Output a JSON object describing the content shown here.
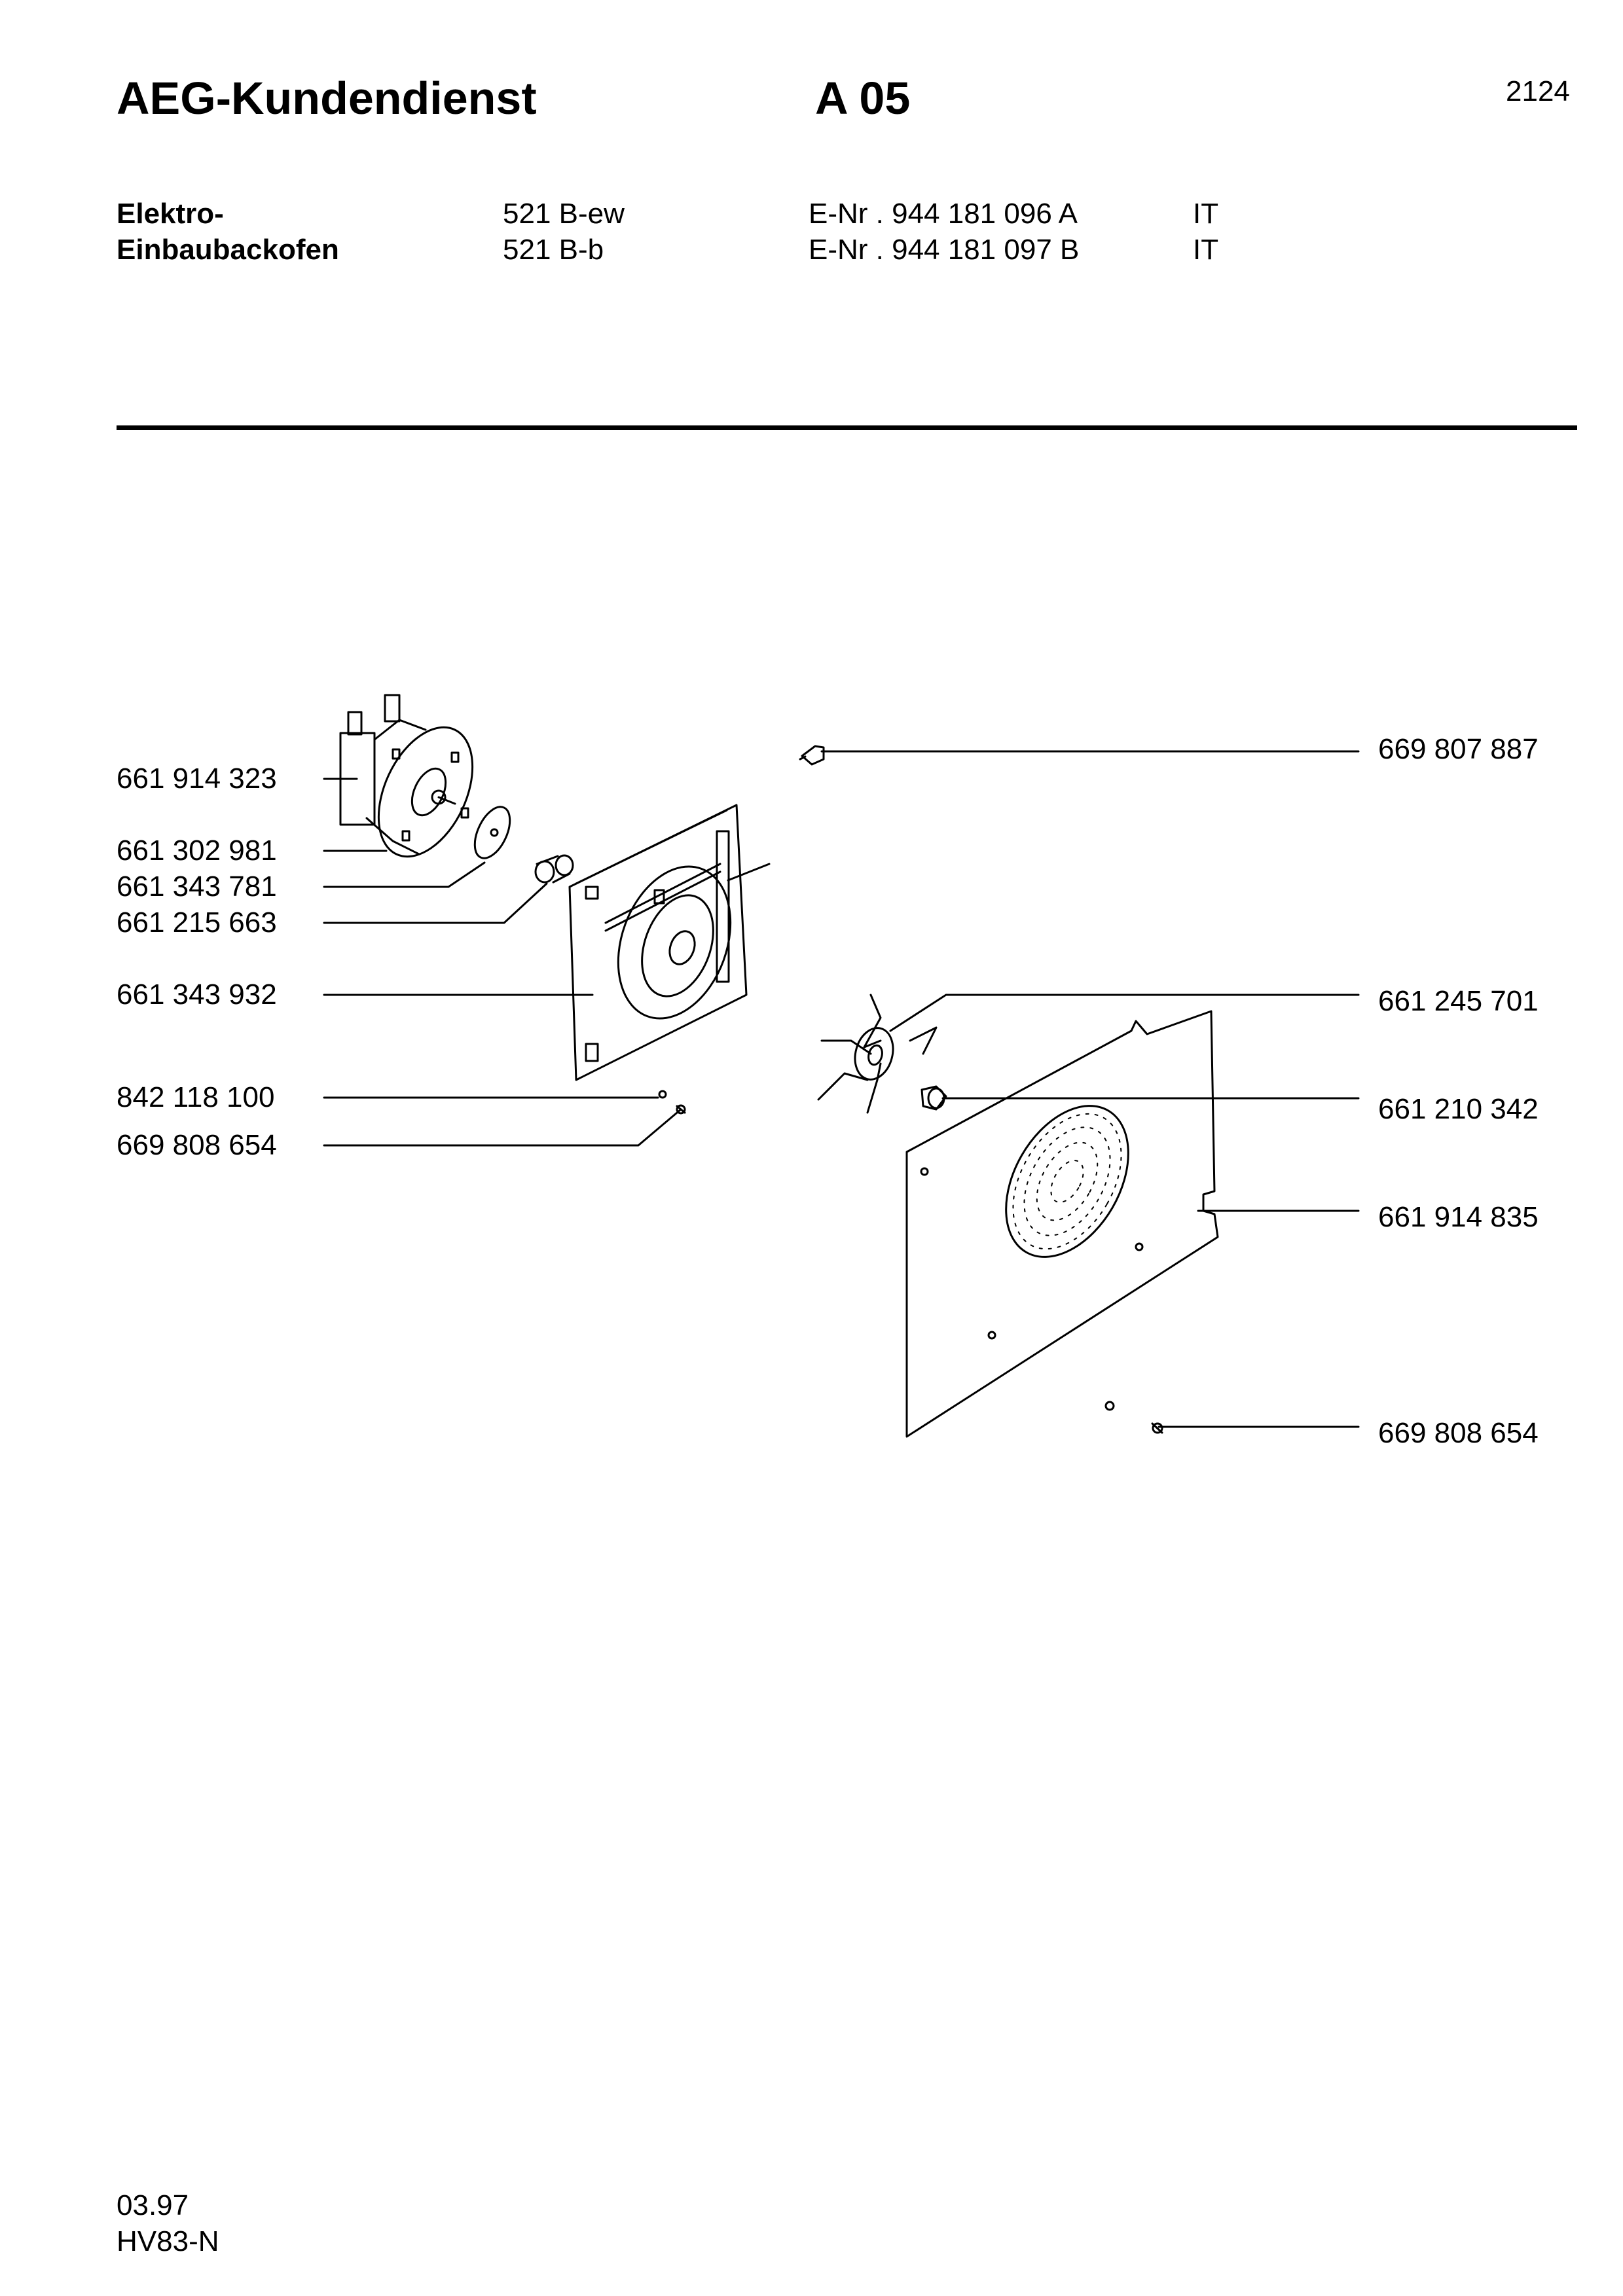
{
  "header": {
    "brand": "AEG-Kundendienst",
    "code": "A 05",
    "page_number": "2124"
  },
  "product": {
    "category_line1": "Elektro-",
    "category_line2": "Einbaubackofen",
    "models": [
      {
        "model": "521 B-ew",
        "enr": "E-Nr . 944 181 096 A",
        "country": "IT"
      },
      {
        "model": "521 B-b",
        "enr": "E-Nr . 944 181 097 B",
        "country": "IT"
      }
    ]
  },
  "parts_left": [
    "661 914 323",
    "661 302 981",
    "661 343 781",
    "661 215 663",
    "661 343 932",
    "842 118 100",
    "669 808 654"
  ],
  "parts_right": [
    "669 807 887",
    "661 245 701",
    "661 210 342",
    "661 914 835",
    "669 808 654"
  ],
  "footer": {
    "date": "03.97",
    "ref": "HV83-N"
  }
}
